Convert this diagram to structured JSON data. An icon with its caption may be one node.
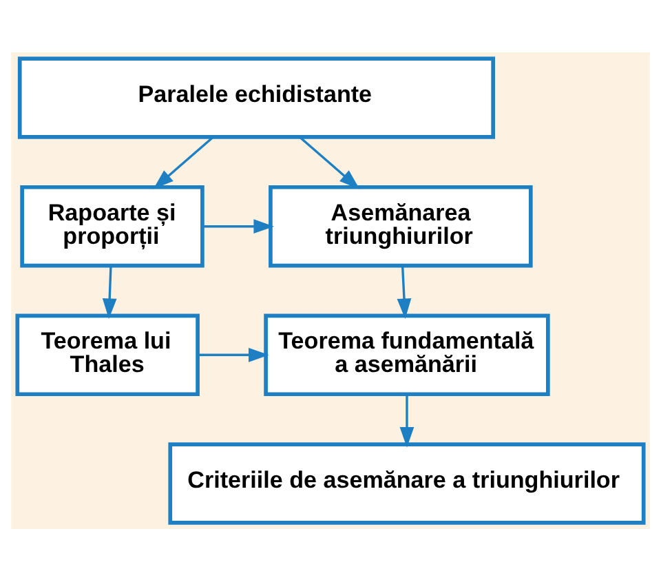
{
  "diagram": {
    "nodes": [
      {
        "text": [
          "Paralele echidistante"
        ]
      },
      {
        "text": [
          "Rapoarte și proporții"
        ]
      },
      {
        "text": [
          "Asemănarea triunghiurilor"
        ]
      },
      {
        "text": [
          "Teorema lui Thales"
        ]
      },
      {
        "text": [
          "Teorema fundamentală a asemănării"
        ]
      },
      {
        "text": [
          "Criteriile de asemănare a triunghiurilor"
        ]
      }
    ],
    "edges": [
      {
        "from": 0,
        "to": 1,
        "arrow": "to"
      },
      {
        "from": 0,
        "to": 2,
        "arrow": "to"
      },
      {
        "from": 1,
        "to": 2,
        "arrow": "to"
      },
      {
        "from": 1,
        "to": 3,
        "arrow": "to"
      },
      {
        "from": 2,
        "to": 4,
        "arrow": "to"
      },
      {
        "from": 3,
        "to": 4,
        "arrow": "to"
      },
      {
        "from": 4,
        "to": 5,
        "arrow": "to"
      }
    ]
  }
}
